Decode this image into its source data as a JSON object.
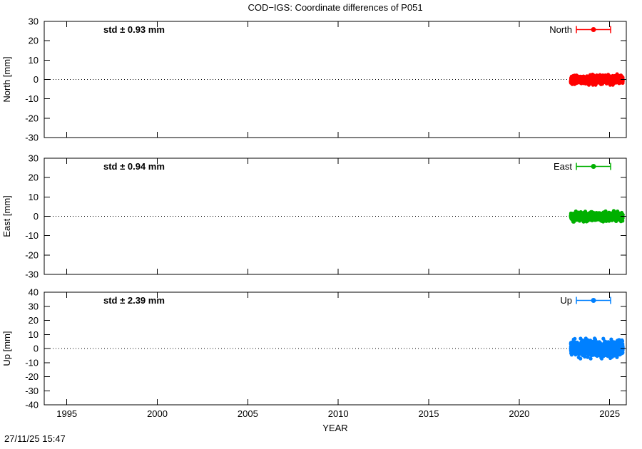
{
  "header": {
    "title": "COD−IGS: Coordinate differences of P051"
  },
  "footer": {
    "timestamp": "27/11/25 15:47"
  },
  "chart_data": {
    "type": "scatter",
    "title": "COD−IGS: Coordinate differences of P051",
    "xlabel": "YEAR",
    "x_range": [
      1993.75,
      2025.92
    ],
    "x_ticks": [
      1995,
      2000,
      2005,
      2010,
      2015,
      2020,
      2025
    ],
    "grid": "zero-line-dotted",
    "legend_position": "top-right-inside",
    "panels": [
      {
        "id": "north",
        "legend_label": "North",
        "ylabel": "North [mm]",
        "ylim": [
          -30,
          30
        ],
        "ytick_step": 10,
        "color": "#ff0000",
        "std_label": "std ± 0.93 mm",
        "std_mm": 0.93,
        "cluster": {
          "x_start": 2022.85,
          "x_end": 2025.73,
          "n_points": 1000,
          "mean_mm": 0.0,
          "std_mm": 0.93,
          "seed": 11
        }
      },
      {
        "id": "east",
        "legend_label": "East",
        "ylabel": "East [mm]",
        "ylim": [
          -30,
          30
        ],
        "ytick_step": 10,
        "color": "#00b000",
        "std_label": "std ± 0.94 mm",
        "std_mm": 0.94,
        "cluster": {
          "x_start": 2022.85,
          "x_end": 2025.73,
          "n_points": 1000,
          "mean_mm": 0.0,
          "std_mm": 0.94,
          "seed": 22
        }
      },
      {
        "id": "up",
        "legend_label": "Up",
        "ylabel": "Up [mm]",
        "ylim": [
          -40,
          40
        ],
        "ytick_step": 10,
        "color": "#0080ff",
        "std_label": "std ± 2.39 mm",
        "std_mm": 2.39,
        "cluster": {
          "x_start": 2022.85,
          "x_end": 2025.73,
          "n_points": 1000,
          "mean_mm": 0.0,
          "std_mm": 2.39,
          "seed": 33
        }
      }
    ]
  }
}
